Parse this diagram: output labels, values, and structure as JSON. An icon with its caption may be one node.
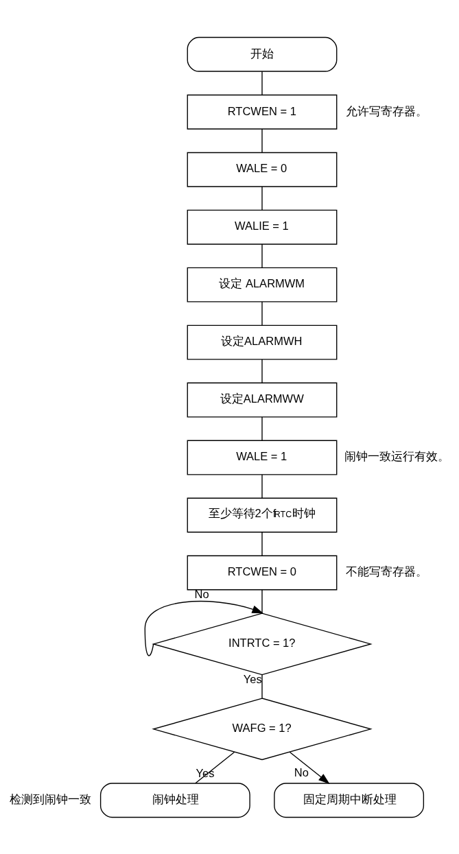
{
  "diagram": {
    "nodes": [
      {
        "text": [
          "开始"
        ]
      },
      {
        "text": [
          "RTCWEN = 1"
        ],
        "beside": [
          "允许写寄存器。"
        ]
      },
      {
        "text": [
          "WALE = 0"
        ]
      },
      {
        "text": [
          "WALIE = 1"
        ]
      },
      {
        "text": [
          "设定 ALARMWM"
        ]
      },
      {
        "text": [
          "设定ALARMWH"
        ]
      },
      {
        "text": [
          "设定ALARMWW"
        ]
      },
      {
        "text": [
          "WALE = 1"
        ],
        "beside": [
          "闹钟一致运行有效。"
        ]
      },
      {
        "text": [
          "至少等待2个f$_{RTC}$时钟"
        ]
      },
      {
        "text": [
          "RTCWEN = 0"
        ],
        "beside": [
          "不能写寄存器。"
        ]
      },
      {
        "text": [
          "INTRTC = 1?"
        ]
      },
      {
        "text": [
          "WAFG = 1?"
        ]
      },
      {
        "text": [
          "闹钟处理"
        ],
        "beside": [
          "检测到闹钟一致"
        ]
      },
      {
        "text": [
          "固定周期中断处理"
        ]
      }
    ],
    "edges": [
      {
        "from": 0,
        "to": 1,
        "arrow": "none"
      },
      {
        "from": 1,
        "to": 2,
        "arrow": "none"
      },
      {
        "from": 2,
        "to": 3,
        "arrow": "none"
      },
      {
        "from": 3,
        "to": 4,
        "arrow": "none"
      },
      {
        "from": 4,
        "to": 5,
        "arrow": "none"
      },
      {
        "from": 5,
        "to": 6,
        "arrow": "none"
      },
      {
        "from": 6,
        "to": 7,
        "arrow": "none"
      },
      {
        "from": 7,
        "to": 8,
        "arrow": "none"
      },
      {
        "from": 8,
        "to": 9,
        "arrow": "none"
      },
      {
        "from": 9,
        "to": 10,
        "arrow": "none"
      },
      {
        "from": 10,
        "to": 10,
        "label": "No",
        "arrow": "to"
      },
      {
        "from": 10,
        "to": 11,
        "label": "Yes",
        "arrow": "none"
      },
      {
        "from": 11,
        "to": 12,
        "label": "Yes",
        "arrow": "none"
      },
      {
        "from": 11,
        "to": 13,
        "label": "No",
        "arrow": "to"
      }
    ]
  }
}
